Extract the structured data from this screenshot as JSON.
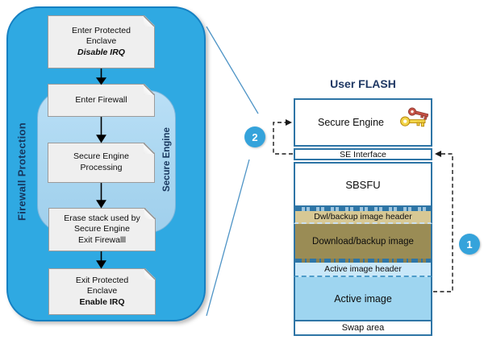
{
  "firewall": {
    "panel_label": "Firewall Protection",
    "secure_engine_label": "Secure Engine",
    "box1": {
      "l1": "Enter Protected",
      "l2": "Enclave",
      "l3": "Disable IRQ"
    },
    "box2": {
      "l1": "Enter Firewall"
    },
    "box3": {
      "l1": "Secure Engine",
      "l2": "Processing"
    },
    "box4": {
      "l1": "Erase stack used by",
      "l2": "Secure Engine",
      "l3": "Exit Firewalll"
    },
    "box5": {
      "l1": "Exit Protected",
      "l2": "Enclave",
      "l3": "Enable IRQ"
    }
  },
  "flash": {
    "title": "User FLASH",
    "secure_engine": "Secure Engine",
    "se_interface": "SE Interface",
    "sbsfu": "SBSFU",
    "dwl_header": "Dwl/backup image header",
    "dwl_image": "Download/backup image",
    "active_header": "Active image header",
    "active_image": "Active image",
    "swap": "Swap area"
  },
  "callouts": {
    "step1": "1",
    "step2": "2"
  },
  "icons": {
    "keys": "secure-engine-keys-icon"
  },
  "colors": {
    "outer_blue": "#2FA9E2",
    "outer_border": "#1580C2",
    "inner_blue": "#A9D6F0",
    "navy_text": "#1F3864",
    "stack_border": "#2E75A6",
    "dwl_header_tan": "#D7C894",
    "dwl_image_olive": "#9A8C55",
    "active_header_blue": "#C9E8F9",
    "active_image_blue": "#9ED5F0",
    "callout_blue": "#35A3DB",
    "note_gray": "#EFEFEF"
  }
}
